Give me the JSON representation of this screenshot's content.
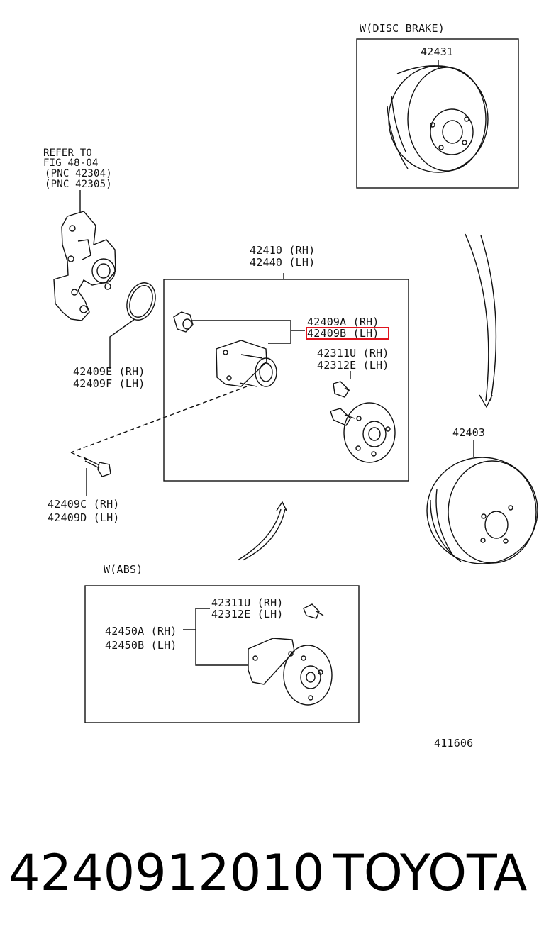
{
  "diagram": {
    "disc_brake_title": "W(DISC BRAKE)",
    "disc_part": "42431",
    "refer_line1": "REFER TO",
    "refer_line2": "FIG 48-04",
    "refer_line3": "(PNC 42304)",
    "refer_line4": "(PNC 42305)",
    "hub_assy_rh": "42410 (RH)",
    "hub_assy_lh": "42440 (LH)",
    "nut_rh": "42409A (RH)",
    "nut_lh": "42409B (LH)",
    "bolt_rh": "42311U (RH)",
    "bolt_lh": "42312E (LH)",
    "oring_rh": "42409E (RH)",
    "oring_lh": "42409F (LH)",
    "drum_part": "42403",
    "bolt2_rh": "42409C (RH)",
    "bolt2_lh": "42409D (LH)",
    "abs_title": "W(ABS)",
    "abs_bolt_rh": "42311U (RH)",
    "abs_bolt_lh": "42312E (LH)",
    "abs_hub_rh": "42450A (RH)",
    "abs_hub_lh": "42450B (LH)",
    "fig_code": "411606",
    "highlight_color": "#e0141e"
  },
  "footer": {
    "part_number": "4240912010",
    "brand": "TOYOTA"
  }
}
